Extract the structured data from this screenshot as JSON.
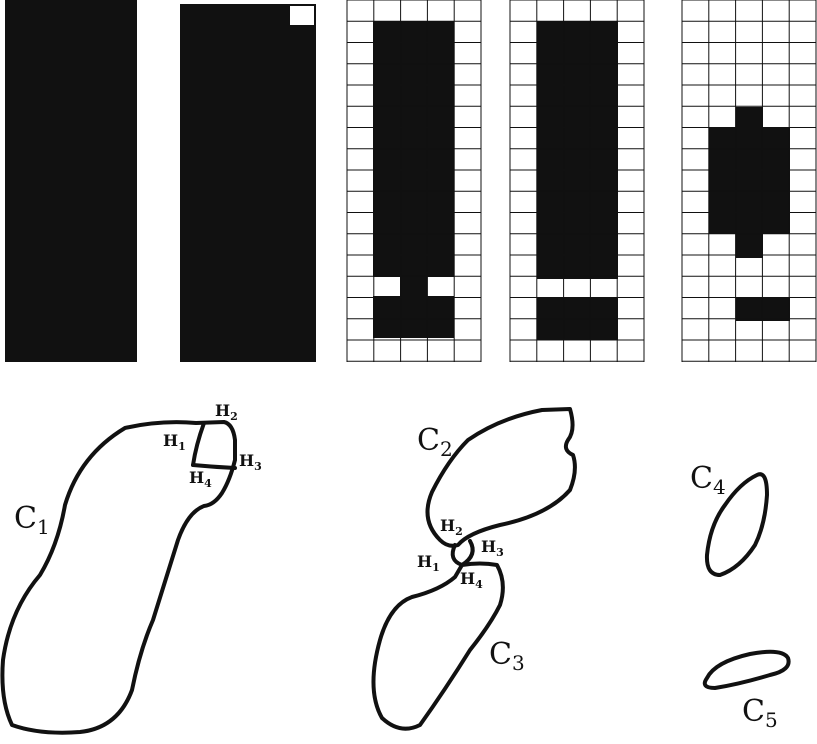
{
  "colors": {
    "foreground": "#111111",
    "background": "#ffffff"
  },
  "panels": [
    {
      "id": "p1",
      "grid": false,
      "description_cells": "solid"
    },
    {
      "id": "p2",
      "grid": false,
      "description_cells": "solid-with-notch"
    },
    {
      "id": "p3",
      "grid": true,
      "cols": 5,
      "rows": 16
    },
    {
      "id": "p4",
      "grid": true,
      "cols": 5,
      "rows": 16
    },
    {
      "id": "p5",
      "grid": true,
      "cols": 5,
      "rows": 16
    }
  ],
  "contours": {
    "group1": {
      "c1": {
        "main": "C",
        "sub": "1"
      },
      "h1": {
        "main": "H",
        "sub": "1"
      },
      "h2": {
        "main": "H",
        "sub": "2"
      },
      "h3": {
        "main": "H",
        "sub": "3"
      },
      "h4": {
        "main": "H",
        "sub": "4"
      }
    },
    "group2": {
      "c2": {
        "main": "C",
        "sub": "2"
      },
      "c3": {
        "main": "C",
        "sub": "3"
      },
      "h1": {
        "main": "H",
        "sub": "1"
      },
      "h2": {
        "main": "H",
        "sub": "2"
      },
      "h3": {
        "main": "H",
        "sub": "3"
      },
      "h4": {
        "main": "H",
        "sub": "4"
      }
    },
    "group3": {
      "c4": {
        "main": "C",
        "sub": "4"
      },
      "c5": {
        "main": "C",
        "sub": "5"
      }
    }
  }
}
